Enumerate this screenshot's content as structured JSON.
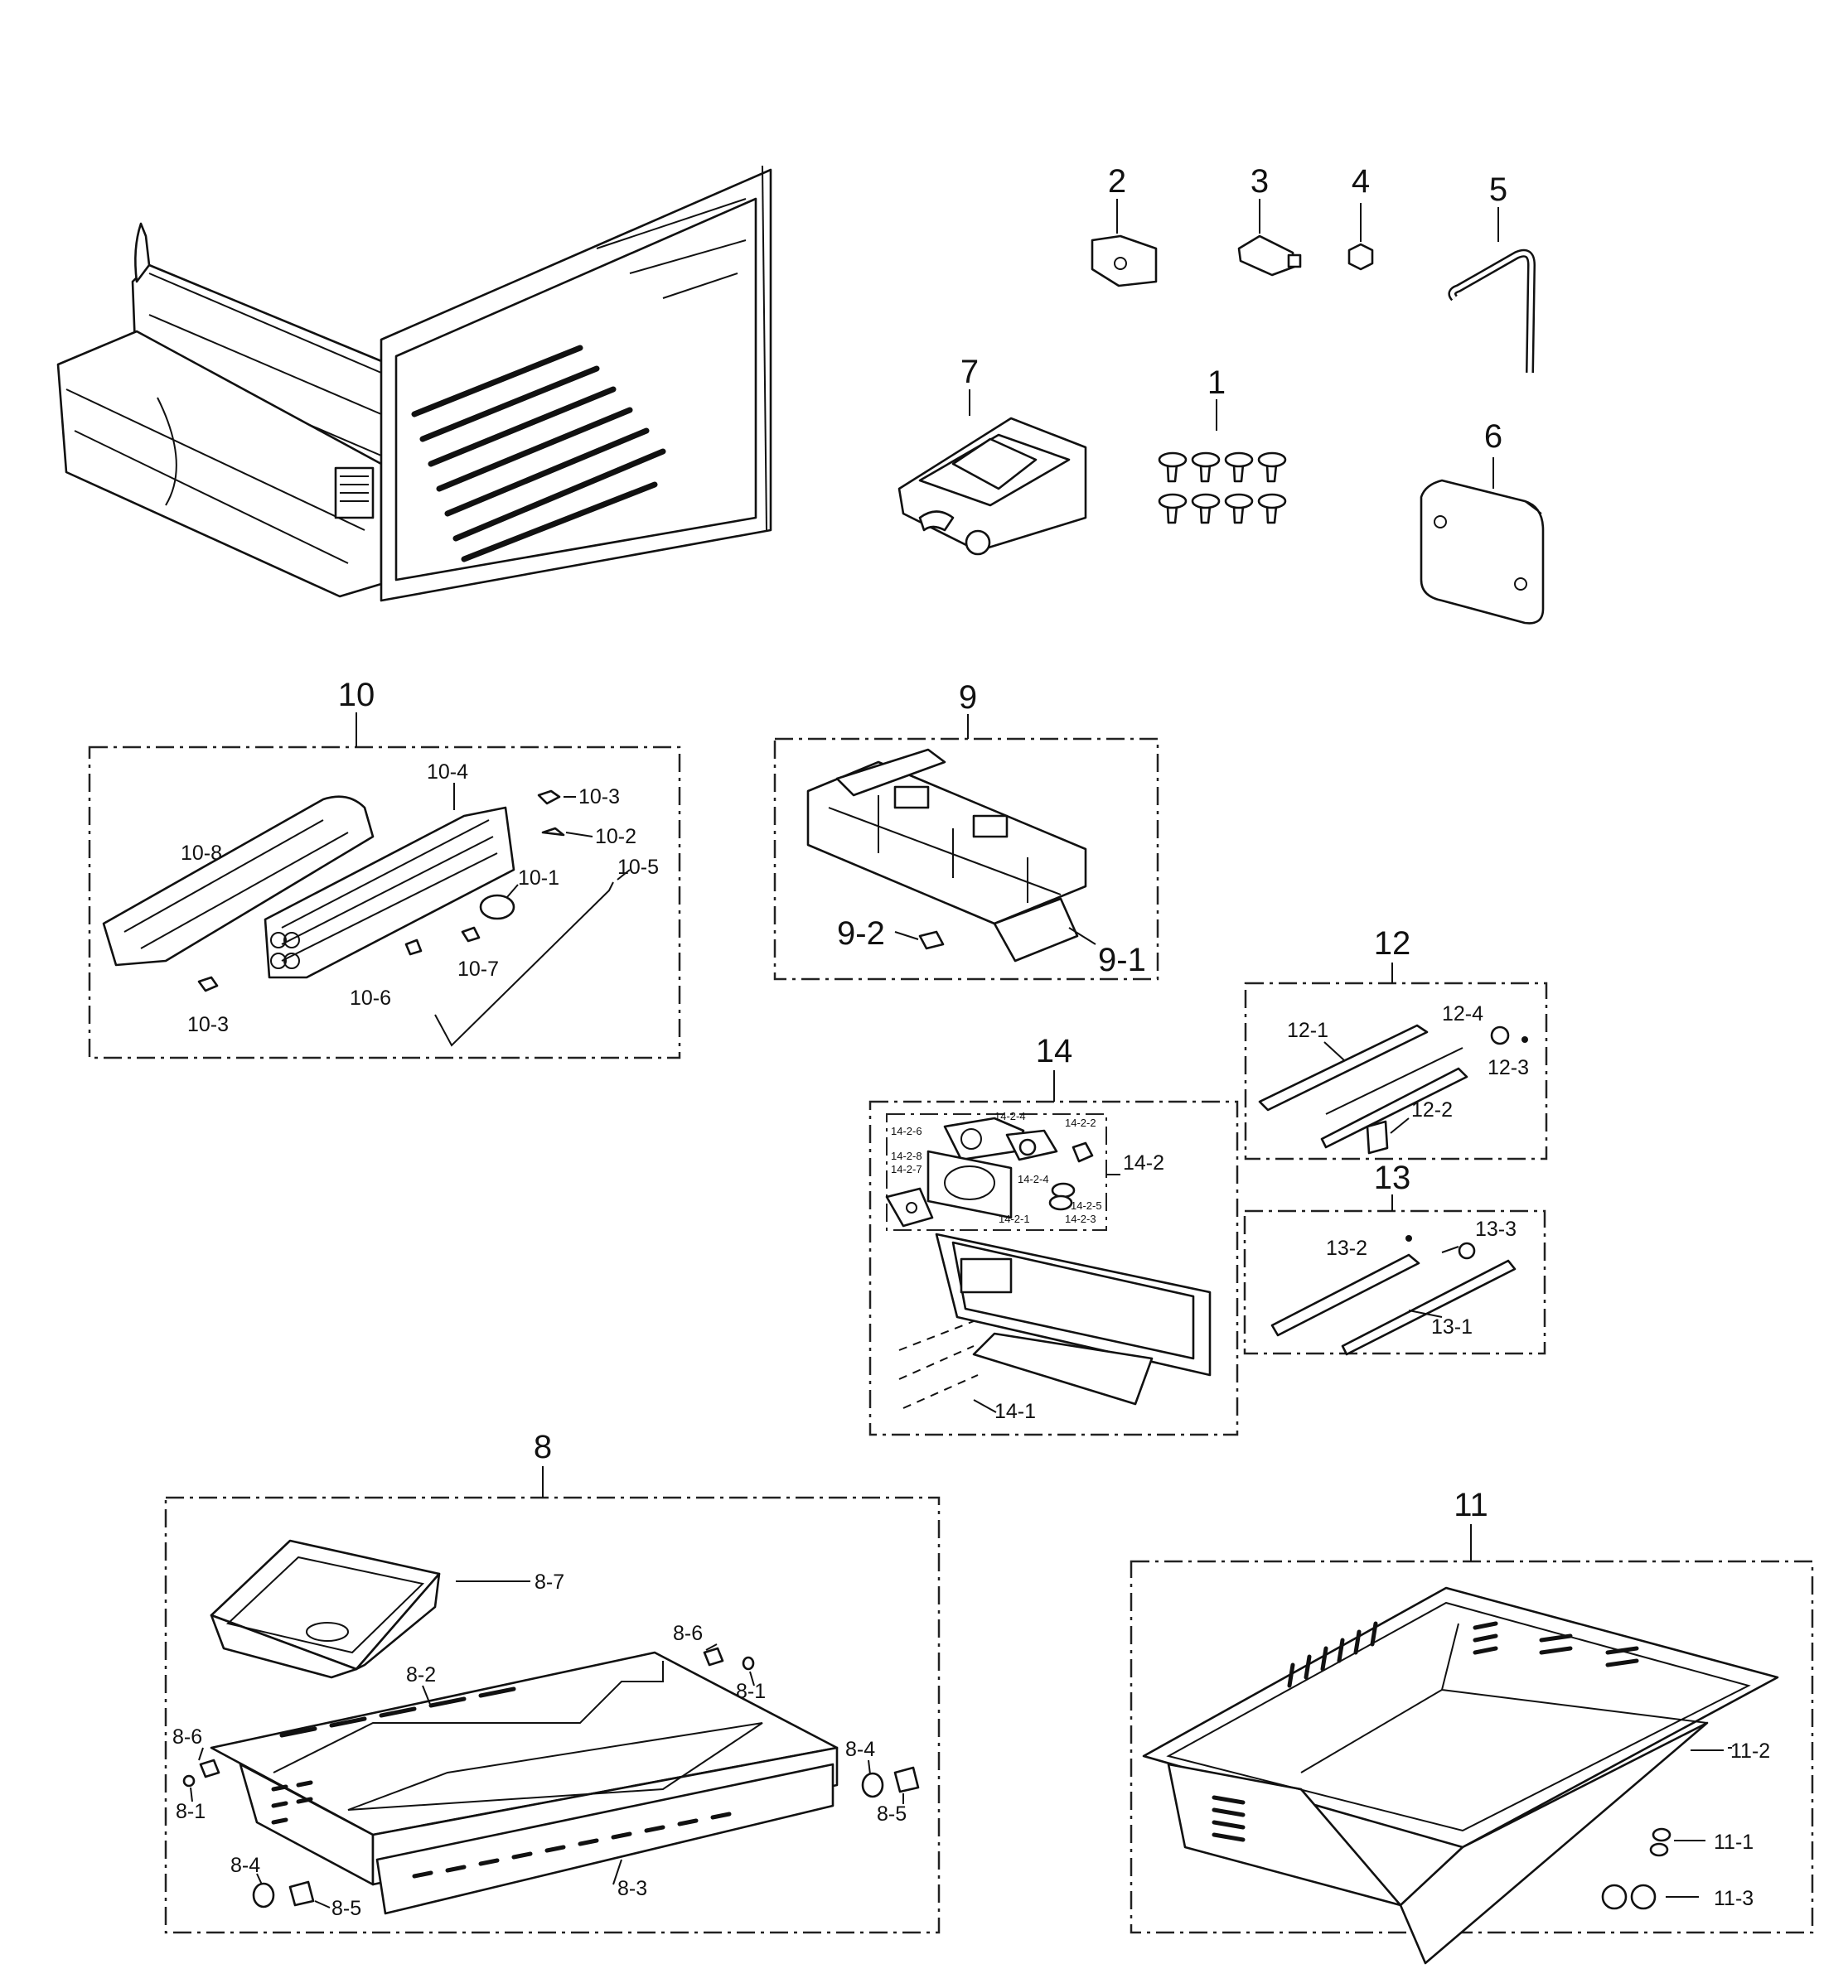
{
  "labels": {
    "p1": "1",
    "p2": "2",
    "p3": "3",
    "p4": "4",
    "p5": "5",
    "p6": "6",
    "p7": "7",
    "p8": "8",
    "p9": "9",
    "p10": "10",
    "p11": "11",
    "p12": "12",
    "p13": "13",
    "p14": "14",
    "p8_1a": "8-1",
    "p8_1b": "8-1",
    "p8_2": "8-2",
    "p8_3": "8-3",
    "p8_4a": "8-4",
    "p8_4b": "8-4",
    "p8_5a": "8-5",
    "p8_5b": "8-5",
    "p8_6a": "8-6",
    "p8_6b": "8-6",
    "p8_7": "8-7",
    "p9_1": "9-1",
    "p9_2": "9-2",
    "p10_1": "10-1",
    "p10_2": "10-2",
    "p10_3a": "10-3",
    "p10_3b": "10-3",
    "p10_4": "10-4",
    "p10_5": "10-5",
    "p10_6": "10-6",
    "p10_7": "10-7",
    "p10_8": "10-8",
    "p11_1": "11-1",
    "p11_2": "11-2",
    "p11_3": "11-3",
    "p12_1": "12-1",
    "p12_2": "12-2",
    "p12_3": "12-3",
    "p12_4": "12-4",
    "p13_1": "13-1",
    "p13_2": "13-2",
    "p13_3": "13-3",
    "p14_1": "14-1",
    "p14_2": "14-2",
    "p14_2_1": "14-2-1",
    "p14_2_2": "14-2-2",
    "p14_2_3": "14-2-3",
    "p14_2_4": "14-2-4",
    "p14_2_5": "14-2-5",
    "p14_2_6": "14-2-6",
    "p14_2_7": "14-2-7",
    "p14_2_8": "14-2-8",
    "p14_2_x": "14-2-4"
  }
}
